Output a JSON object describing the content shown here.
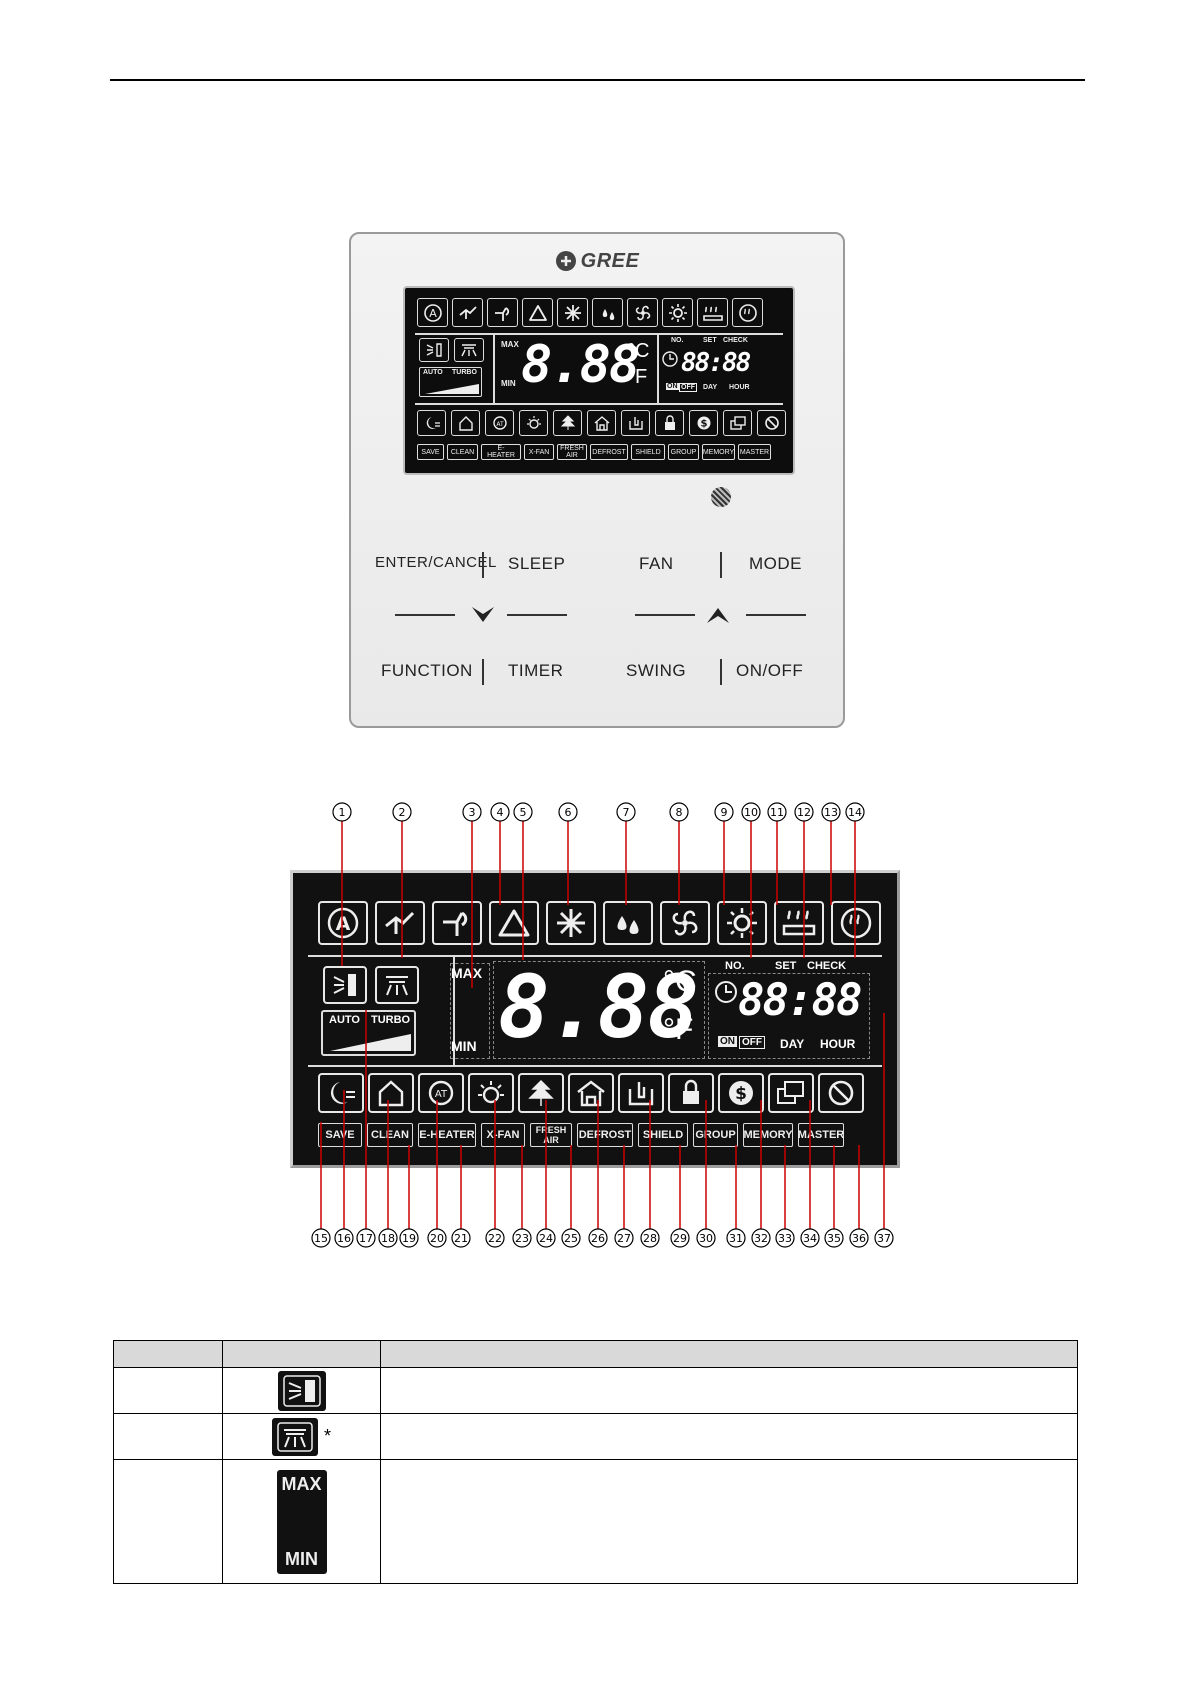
{
  "panel": {
    "brand": "GREE",
    "lcd": {
      "top_icons": [
        "auto-mode-icon",
        "cool-person-icon",
        "heat-person-icon",
        "triangle-icon",
        "snowflake-icon",
        "drops-icon",
        "fan-icon",
        "sun-icon",
        "heater-icon",
        "defrost-icon"
      ],
      "max_label": "MAX",
      "min_label": "MIN",
      "temperature": "8.88",
      "celsius": "°C",
      "fahrenheit": "°F",
      "no_label": "NO.",
      "set_label": "SET",
      "check_label": "CHECK",
      "clock_digits": "88:88",
      "on_label": "ON",
      "off_label": "OFF",
      "day_label": "DAY",
      "hour_label": "HOUR",
      "auto_label": "AUTO",
      "turbo_label": "TURBO",
      "bottom_icons": [
        "sleep-icon",
        "clean-icon",
        "e-heater-icon",
        "light-icon",
        "tree-icon",
        "home-icon",
        "shield-icon",
        "lock-icon",
        "dollar-icon",
        "memory-icon",
        "prohibit-icon"
      ],
      "bottom_labels": [
        "SAVE",
        "CLEAN",
        "E-HEATER",
        "X-FAN",
        "FRESH AIR",
        "DEFROST",
        "SHIELD",
        "GROUP",
        "MEMORY",
        "MASTER"
      ]
    },
    "buttons": {
      "enter_cancel": "ENTER/CANCEL",
      "sleep": "SLEEP",
      "fan": "FAN",
      "mode": "MODE",
      "function": "FUNCTION",
      "timer": "TIMER",
      "swing": "SWING",
      "on_off": "ON/OFF"
    }
  },
  "diagram": {
    "callouts_top": [
      "①",
      "②",
      "③",
      "④",
      "⑤",
      "⑥",
      "⑦",
      "⑧",
      "⑨",
      "⑩",
      "⑪",
      "⑫",
      "⑬",
      "⑭"
    ],
    "callouts_bottom": [
      "⑮",
      "⑯",
      "⑰",
      "⑱",
      "⑲",
      "⑳",
      "㉑",
      "㉒",
      "㉓",
      "㉔",
      "㉕",
      "㉖",
      "㉗",
      "㉘",
      "㉙",
      "㉚",
      "㉛",
      "㉜",
      "㉝",
      "㉞",
      "㉟",
      "㊱",
      "㊲"
    ],
    "max_label": "MAX",
    "min_label": "MIN",
    "temperature": "8.88",
    "celsius": "°C",
    "fahrenheit": "°F",
    "no_label": "NO.",
    "set_label": "SET",
    "check_label": "CHECK",
    "clock_digits": "88:88",
    "on_label": "ON",
    "off_label": "OFF",
    "day_label": "DAY",
    "hour_label": "HOUR",
    "auto_label": "AUTO",
    "turbo_label": "TURBO",
    "bottom_labels": [
      "SAVE",
      "CLEAN",
      "E-HEATER",
      "X-FAN",
      "FRESH AIR",
      "DEFROST",
      "SHIELD",
      "GROUP",
      "MEMORY",
      "MASTER"
    ]
  },
  "table": {
    "header": [
      "",
      "",
      ""
    ],
    "rows": [
      {
        "no": "",
        "icon": "swing-up-down-icon",
        "asterisk": "",
        "description": ""
      },
      {
        "no": "",
        "icon": "swing-left-right-icon",
        "asterisk": "*",
        "description": ""
      },
      {
        "no": "",
        "icon": "max-min-icon",
        "asterisk": "",
        "max": "MAX",
        "min": "MIN",
        "description": ""
      }
    ]
  }
}
